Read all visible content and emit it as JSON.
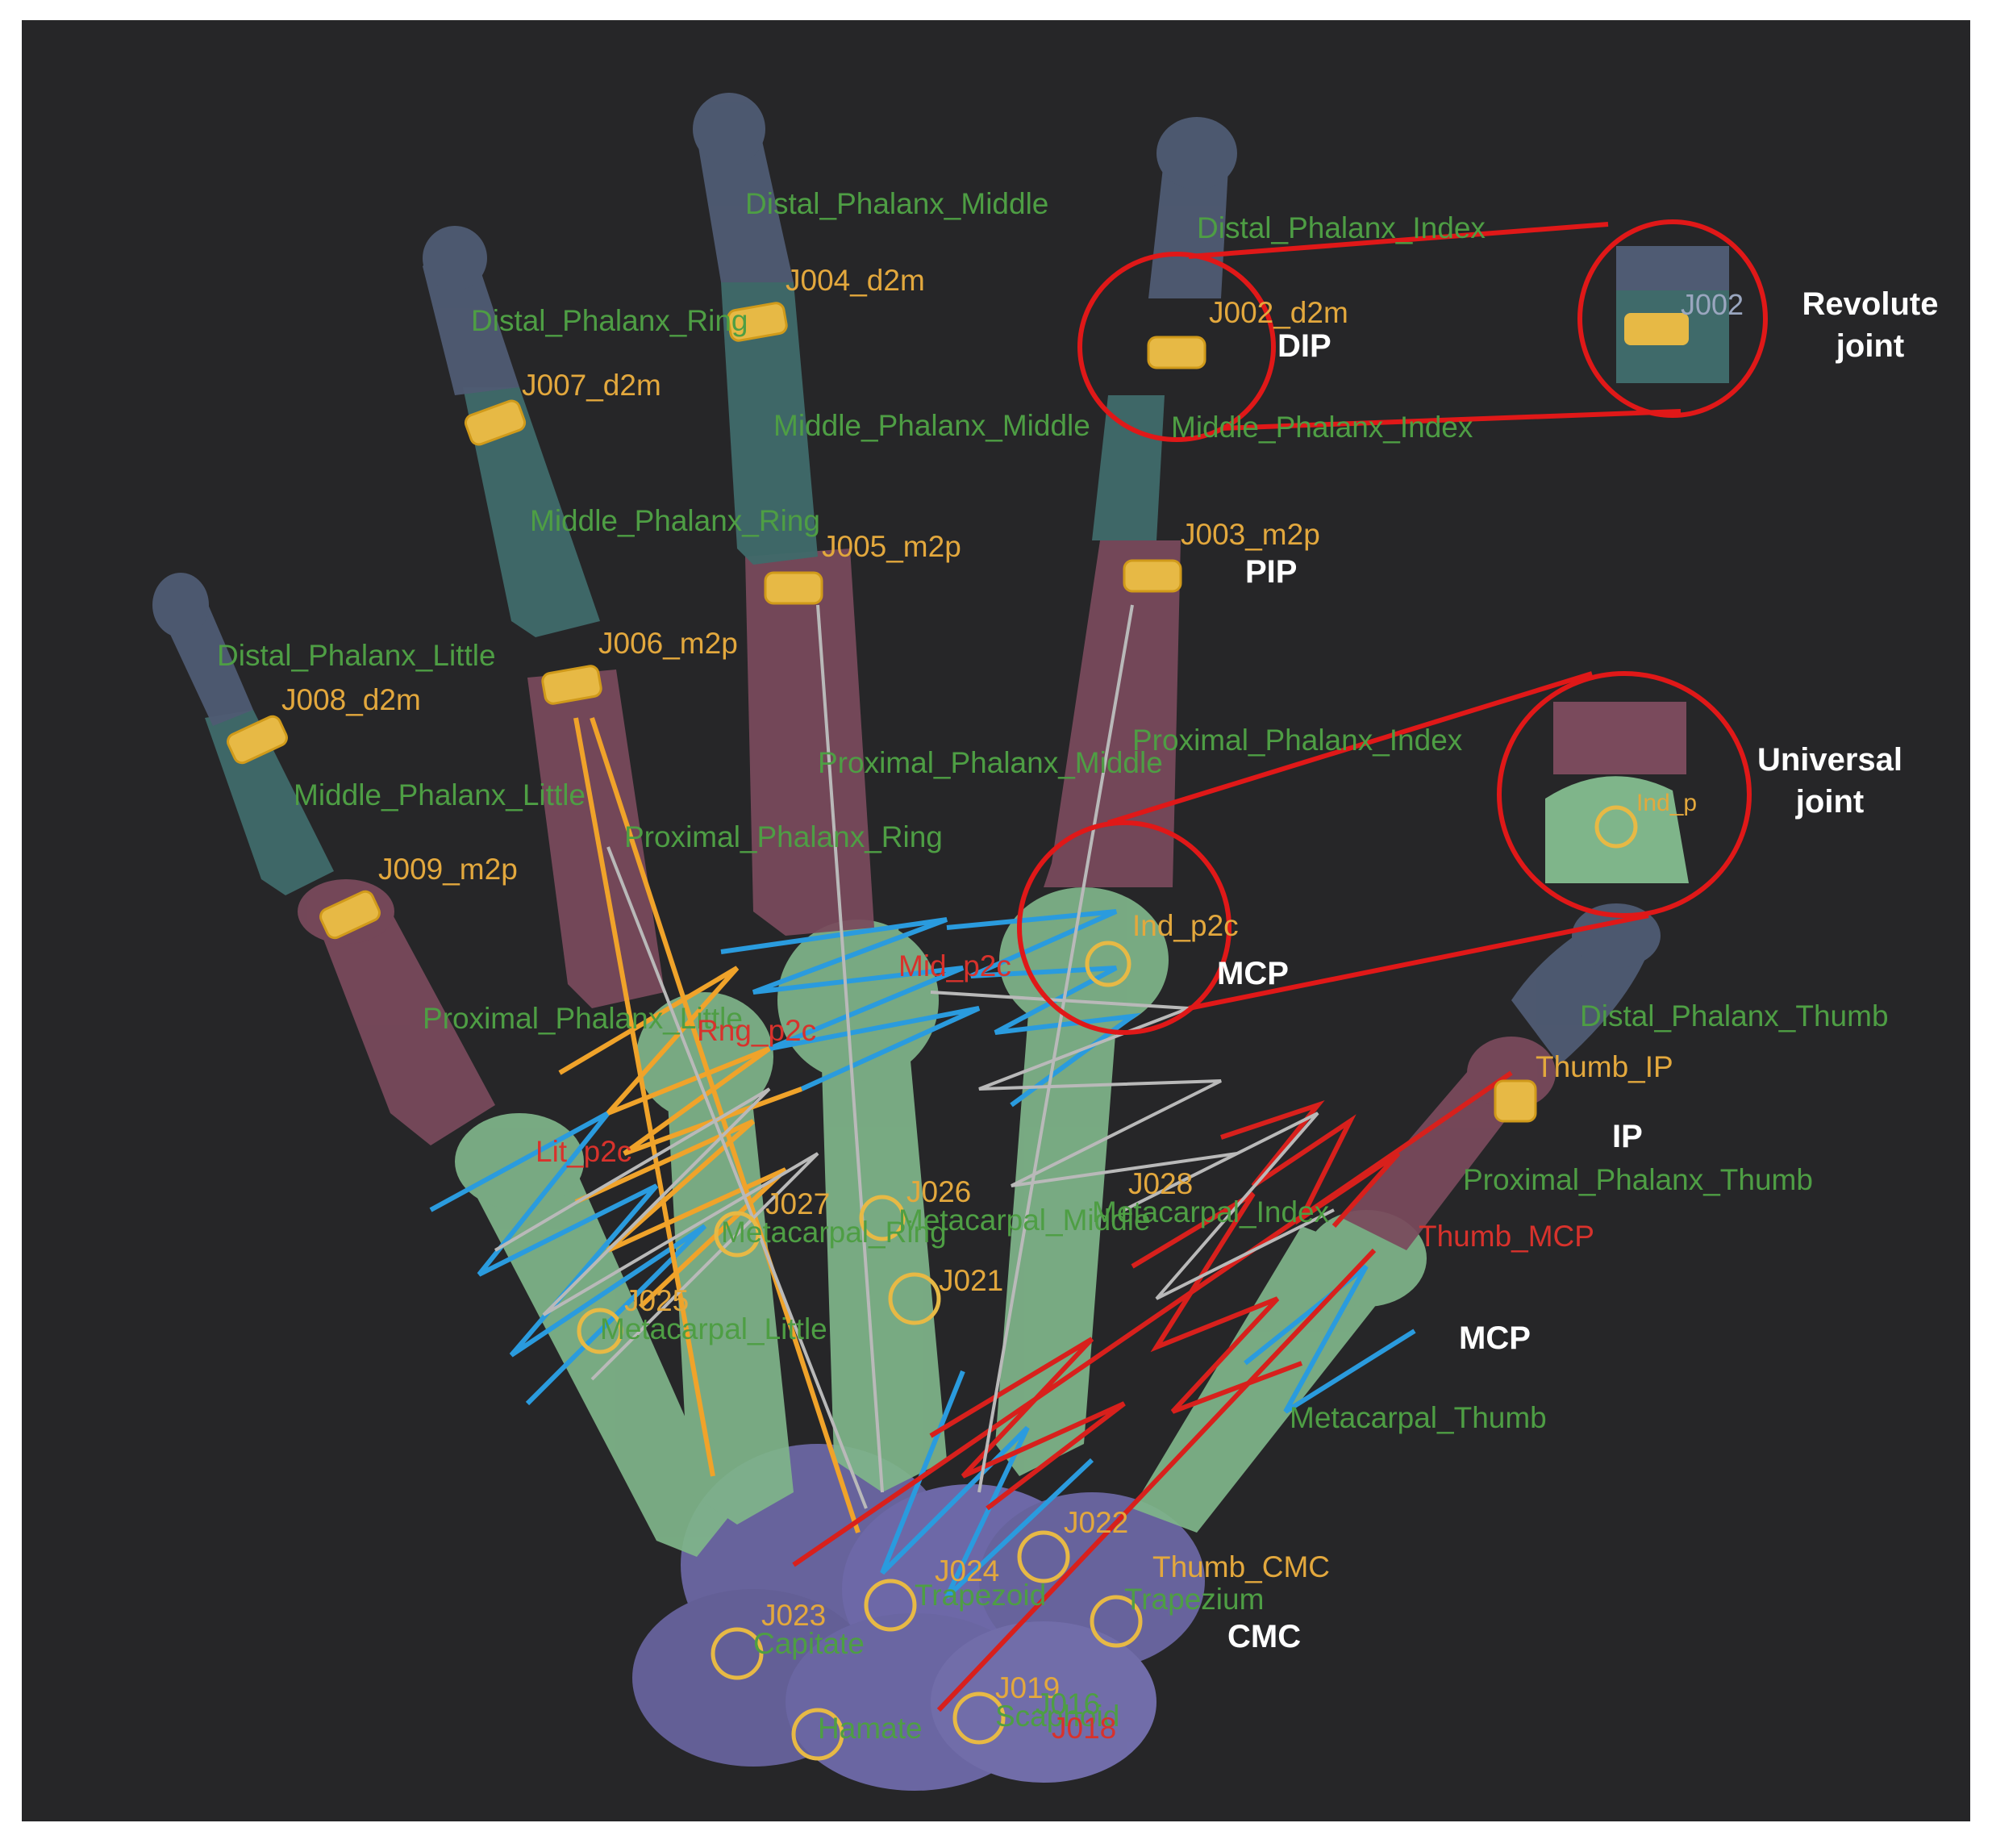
{
  "bone_labels": {
    "distal_middle": "Distal_Phalanx_Middle",
    "distal_index": "Distal_Phalanx_Index",
    "distal_ring": "Distal_Phalanx_Ring",
    "distal_little": "Distal_Phalanx_Little",
    "distal_thumb": "Distal_Phalanx_Thumb",
    "middle_middle": "Middle_Phalanx_Middle",
    "middle_index": "Middle_Phalanx_Index",
    "middle_ring": "Middle_Phalanx_Ring",
    "middle_little": "Middle_Phalanx_Little",
    "proximal_index": "Proximal_Phalanx_Index",
    "proximal_middle": "Proximal_Phalanx_Middle",
    "proximal_ring": "Proximal_Phalanx_Ring",
    "proximal_little": "Proximal_Phalanx_Little",
    "proximal_thumb": "Proximal_Phalanx_Thumb",
    "metacarpal_little": "Metacarpal_Little",
    "metacarpal_ring": "Metacarpal_Ring",
    "metacarpal_middle": "Metacarpal_Middle",
    "metacarpal_index": "Metacarpal_Index",
    "metacarpal_thumb": "Metacarpal_Thumb",
    "trapezium": "Trapezium",
    "trapezoid": "Trapezoid",
    "capitate": "Capitate",
    "hamate": "Hamate",
    "scaphoid": "Scaphoid"
  },
  "joint_labels": {
    "j_middle_d2m": "J004_d2m",
    "j_index_d2m": "J002_d2m",
    "j_ring_d2m": "J007_d2m",
    "j_little_d2m": "J008_d2m",
    "j_middle_m2p": "J005_m2p",
    "j_index_m2p": "J003_m2p",
    "j_ring_m2p": "J006_m2p",
    "j_little_m2p": "J009_m2p",
    "j_index_p2c": "Ind_p2c",
    "j_middle_p2c": "Mid_p2c",
    "j_ring_p2c": "Rng_p2c",
    "j_little_p2c": "Lit_p2c",
    "thumb_ip": "Thumb_IP",
    "thumb_mcp": "Thumb_MCP",
    "thumb_cmc": "Thumb_CMC",
    "j025": "J025",
    "j026": "J026",
    "j027": "J027",
    "j028": "J028",
    "j021": "J021",
    "j022": "J022",
    "j023": "J023",
    "j024": "J024",
    "j018": "J018",
    "j019": "J019",
    "j016": "J016"
  },
  "anatomical_labels": {
    "dip": "DIP",
    "pip": "PIP",
    "mcp_index": "MCP",
    "ip_thumb": "IP",
    "mcp_thumb": "MCP",
    "cmc_thumb": "CMC"
  },
  "callouts": {
    "revolute_line1": "Revolute",
    "revolute_line2": "joint",
    "revolute_inset_tag": "J002",
    "universal_line1": "Universal",
    "universal_line2": "joint",
    "universal_inset_tag": "Ind_p"
  },
  "colors": {
    "background": "#262628",
    "distal_bone": "#4f5b73",
    "middle_bone": "#3f6a6a",
    "proximal_bone": "#7a4a5c",
    "metacarpal_bone": "#7fb58a",
    "carpal_bone": "#7a75b8",
    "joint_marker": "#e7b945",
    "spring_blue": "#2a9bde",
    "spring_orange": "#f0a32a",
    "spring_red": "#d8201c",
    "spring_white": "#b9b9b9",
    "callout_ring": "#e01818",
    "label_green": "#4e9e44",
    "label_orange": "#e3a83d"
  }
}
